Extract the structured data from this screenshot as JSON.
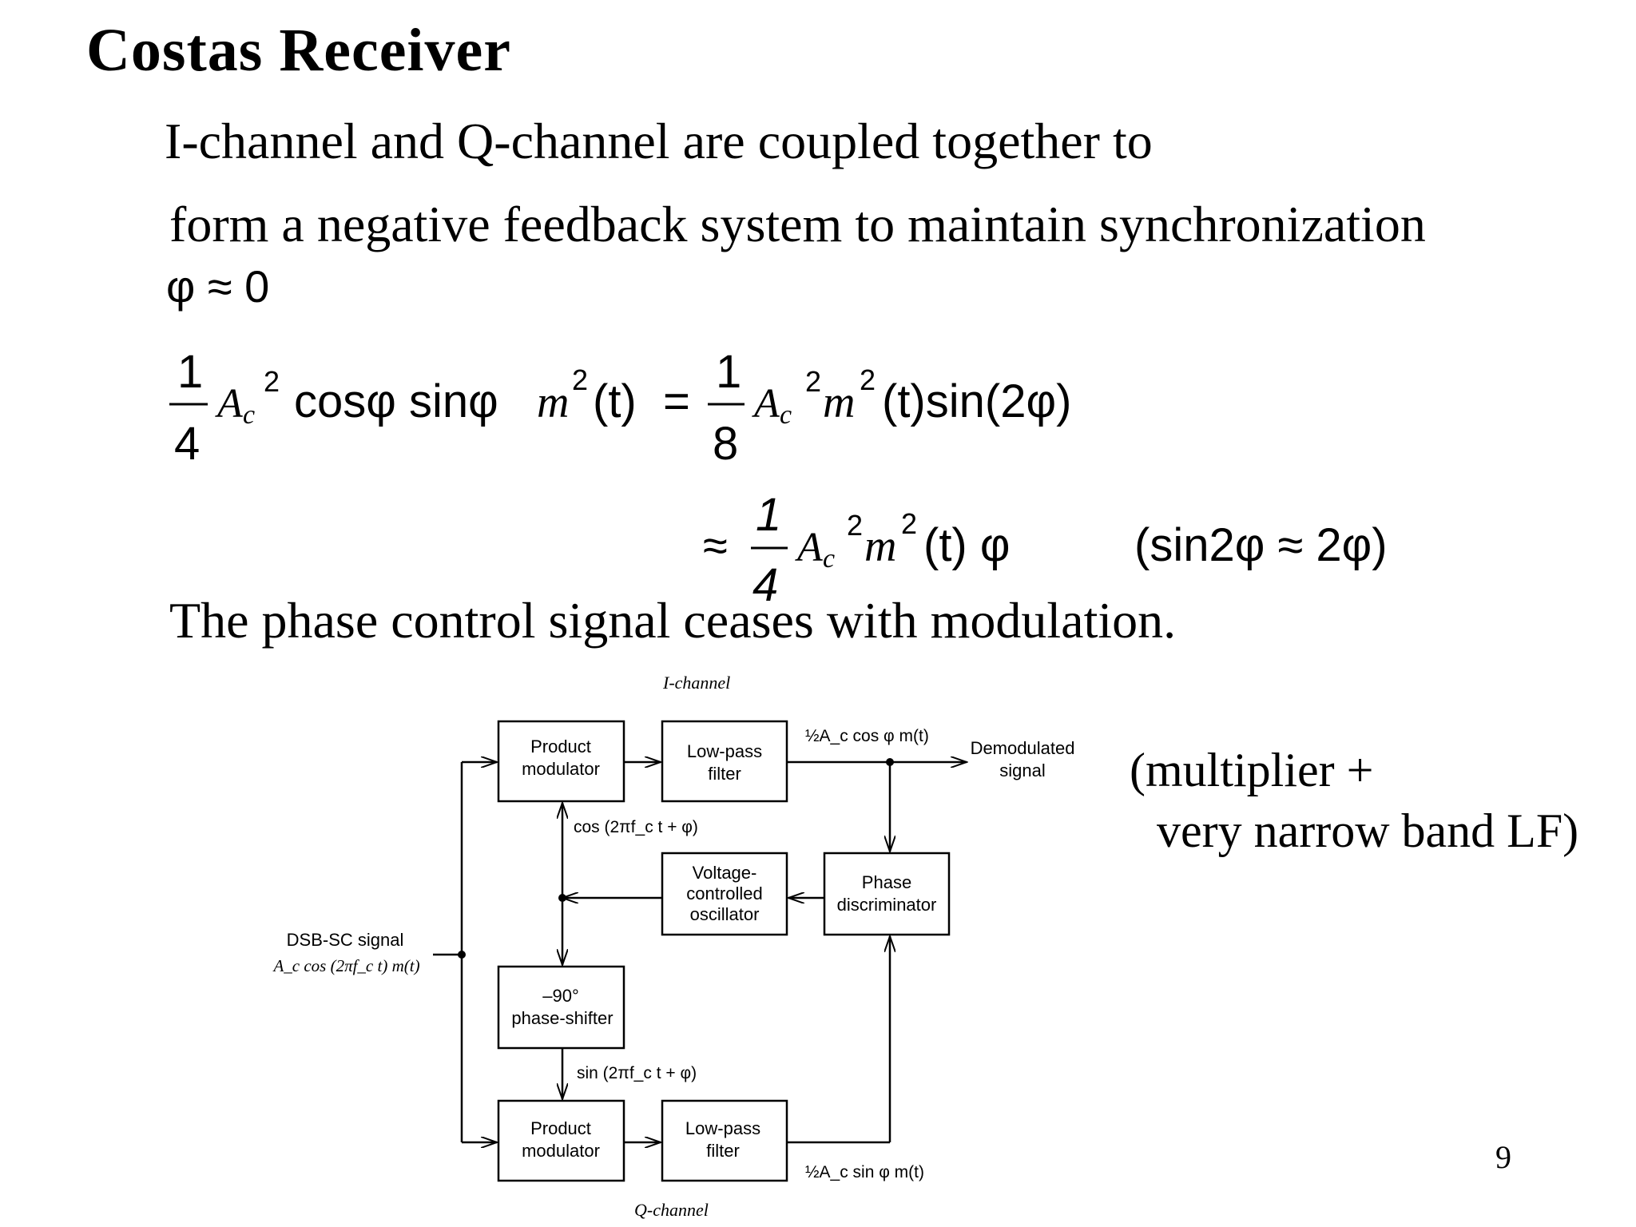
{
  "slide": {
    "title": "Costas  Receiver",
    "line1": "I-channel and Q-channel are coupled together to",
    "line2": "form a negative feedback system to maintain synchronization",
    "phi_condition": "φ ≈ 0",
    "remark": "The phase control signal ceases with modulation.",
    "side_note_1": "(multiplier +",
    "side_note_2": "very narrow band LF)",
    "page_number": "9"
  },
  "equations": {
    "eq1_frac_num": "1",
    "eq1_frac_den": "4",
    "eq1_a": "A",
    "eq1_a_sub": "c",
    "eq1_a_sup": "2",
    "eq1_trig": "cosφ sinφ",
    "eq1_m": "m",
    "eq1_m_sup": "2",
    "eq1_t": "(t)",
    "eq1_equals": "=",
    "eq1_rhs_num": "1",
    "eq1_rhs_den": "8",
    "eq1_rhs_a": "A",
    "eq1_rhs_a_sub": "c",
    "eq1_rhs_a_sup": "2",
    "eq1_rhs_m": "m",
    "eq1_rhs_m_sup": "2",
    "eq1_rhs_tail": "(t)sin(2φ)",
    "eq2_approx": "≈",
    "eq2_num": "1",
    "eq2_den": "4",
    "eq2_a": "A",
    "eq2_a_sub": "c",
    "eq2_a_sup": "2",
    "eq2_m": "m",
    "eq2_m_sup": "2",
    "eq2_tail": "(t) φ",
    "eq2_note": "(sin2φ ≈ 2φ)"
  },
  "diagram": {
    "i_channel": "I-channel",
    "q_channel": "Q-channel",
    "product_modulator_top": [
      "Product",
      "modulator"
    ],
    "lowpass_top": [
      "Low-pass",
      "filter"
    ],
    "vco": [
      "Voltage-",
      "controlled",
      "oscillator"
    ],
    "phase_discriminator": [
      "Phase",
      "discriminator"
    ],
    "phase_shifter": [
      "–90°",
      "phase-shifter"
    ],
    "product_modulator_bottom": [
      "Product",
      "modulator"
    ],
    "lowpass_bottom": [
      "Low-pass",
      "filter"
    ],
    "input_label": "DSB-SC signal",
    "input_expr": "A_c cos (2πf_c t) m(t)",
    "demod_label": [
      "Demodulated",
      "signal"
    ],
    "cos_label": "cos (2πf_c t + φ)",
    "sin_label": "sin (2πf_c t + φ)",
    "top_output_expr": "½A_c cos φ m(t)",
    "bottom_output_expr": "½A_c sin φ m(t)"
  }
}
